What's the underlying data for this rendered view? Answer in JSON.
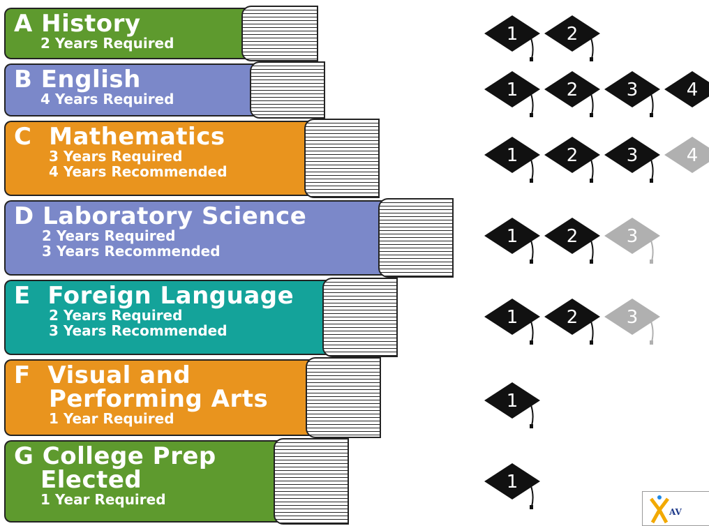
{
  "subjects": [
    {
      "letter": "A",
      "title": "History",
      "notes": [
        "2 Years Required"
      ],
      "color": "#5e9a2e",
      "required": 2,
      "recommended": 0
    },
    {
      "letter": "B",
      "title": "English",
      "notes": [
        "4 Years Required"
      ],
      "color": "#7b88c9",
      "required": 4,
      "recommended": 0
    },
    {
      "letter": "C",
      "title": "Mathematics",
      "notes": [
        "3 Years Required",
        "4 Years Recommended"
      ],
      "color": "#e9941e",
      "required": 3,
      "recommended": 1
    },
    {
      "letter": "D",
      "title": "Laboratory Science",
      "notes": [
        "2 Years Required",
        "3 Years Recommended"
      ],
      "color": "#7b88c9",
      "required": 2,
      "recommended": 1
    },
    {
      "letter": "E",
      "title": "Foreign Language",
      "notes": [
        "2 Years Required",
        "3 Years Recommended"
      ],
      "color": "#14a39a",
      "required": 2,
      "recommended": 1
    },
    {
      "letter": "F",
      "title": "Visual and",
      "title2": "Performing Arts",
      "notes": [
        "1 Year Required"
      ],
      "color": "#e9941e",
      "required": 1,
      "recommended": 0
    },
    {
      "letter": "G",
      "title": "College Prep",
      "title2": "Elected",
      "notes": [
        "1 Year Required"
      ],
      "color": "#5e9a2e",
      "required": 1,
      "recommended": 0
    }
  ],
  "colors": {
    "required_cap": "#111111",
    "recommended_cap": "#b0b0b0",
    "outline": "#222222"
  },
  "logo": {
    "text": "AV"
  }
}
